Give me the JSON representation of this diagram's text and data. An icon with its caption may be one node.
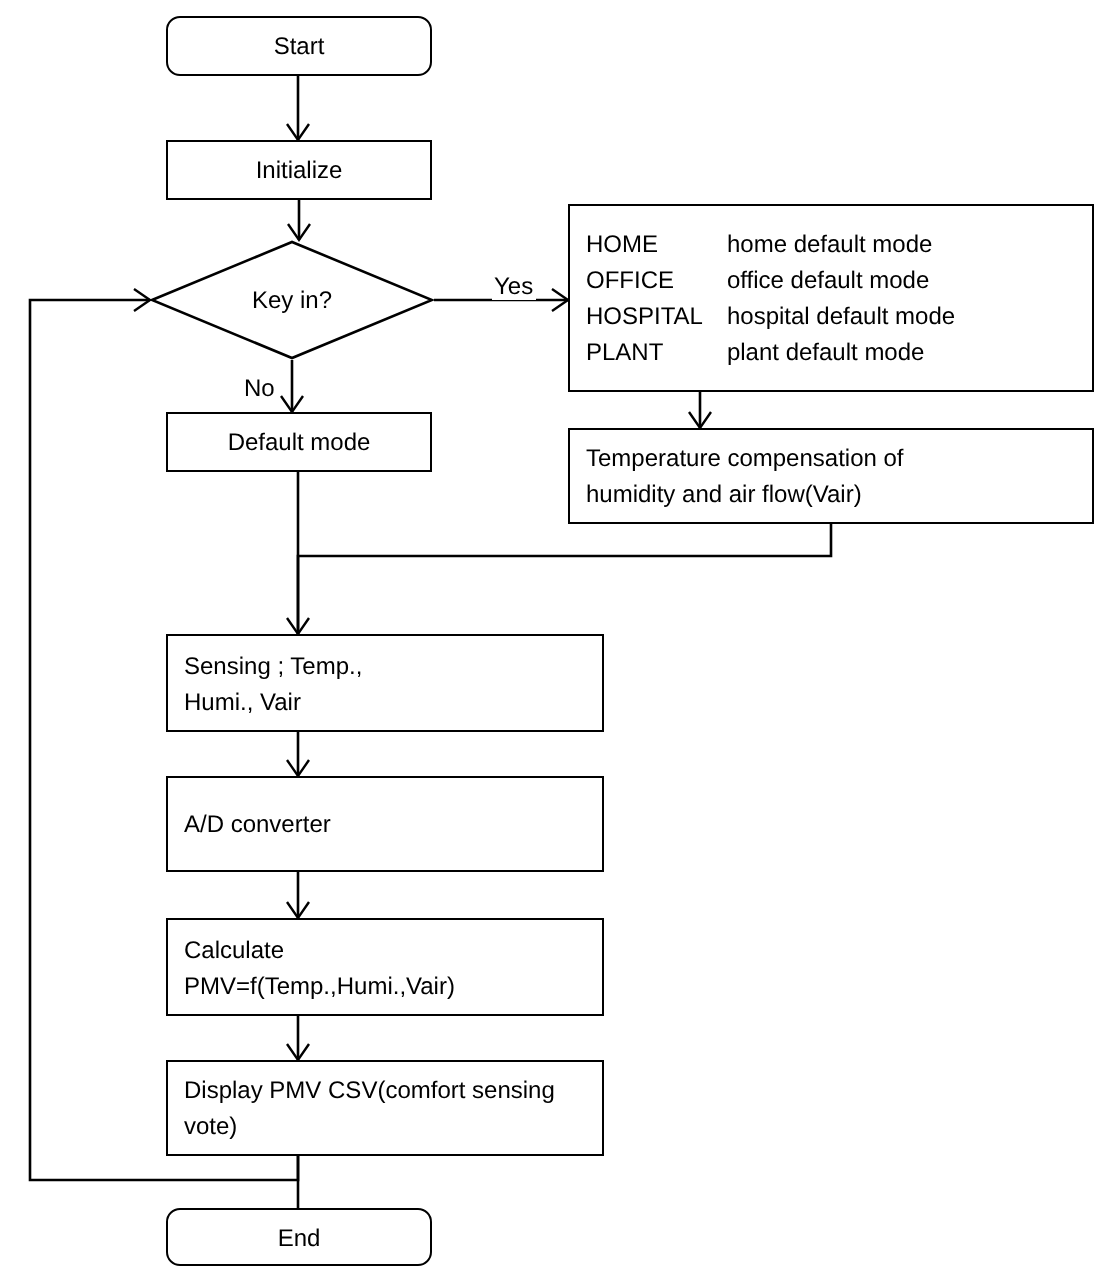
{
  "diagram": {
    "nodes": [
      {
        "text": [
          "Start"
        ]
      },
      {
        "text": [
          "Initialize"
        ]
      },
      {
        "text": [
          "Key in?"
        ]
      },
      {
        "text": [
          "Default mode"
        ]
      },
      {
        "text": [
          "HOME",
          "home default mode",
          "OFFICE",
          "office default mode",
          "HOSPITAL",
          "hospital default mode",
          "PLANT",
          "plant default mode"
        ]
      },
      {
        "text": [
          "Temperature compensation of humidity and air flow(Vair)"
        ]
      },
      {
        "text": [
          "Sensing ; Temp., Humi., Vair"
        ]
      },
      {
        "text": [
          "A/D converter"
        ]
      },
      {
        "text": [
          "Calculate PMV=f(Temp.,Humi.,Vair)"
        ]
      },
      {
        "text": [
          "Display PMV CSV(comfort sensing vote)"
        ]
      },
      {
        "text": [
          "End"
        ]
      }
    ],
    "edges": [
      {
        "from": 0,
        "to": 1,
        "arrow": "to"
      },
      {
        "from": 1,
        "to": 2,
        "arrow": "to"
      },
      {
        "from": 2,
        "to": 4,
        "arrow": "to",
        "label": "Yes"
      },
      {
        "from": 2,
        "to": 3,
        "arrow": "to",
        "label": "No"
      },
      {
        "from": 4,
        "to": 5,
        "arrow": "to"
      },
      {
        "from": 3,
        "to": 6,
        "arrow": "none"
      },
      {
        "from": 5,
        "to": 6,
        "arrow": "to"
      },
      {
        "from": 6,
        "to": 7,
        "arrow": "to"
      },
      {
        "from": 7,
        "to": 8,
        "arrow": "to"
      },
      {
        "from": 8,
        "to": 9,
        "arrow": "to"
      },
      {
        "from": 9,
        "to": 10,
        "arrow": "none"
      },
      {
        "from": 9,
        "to": 2,
        "arrow": "to"
      }
    ]
  }
}
